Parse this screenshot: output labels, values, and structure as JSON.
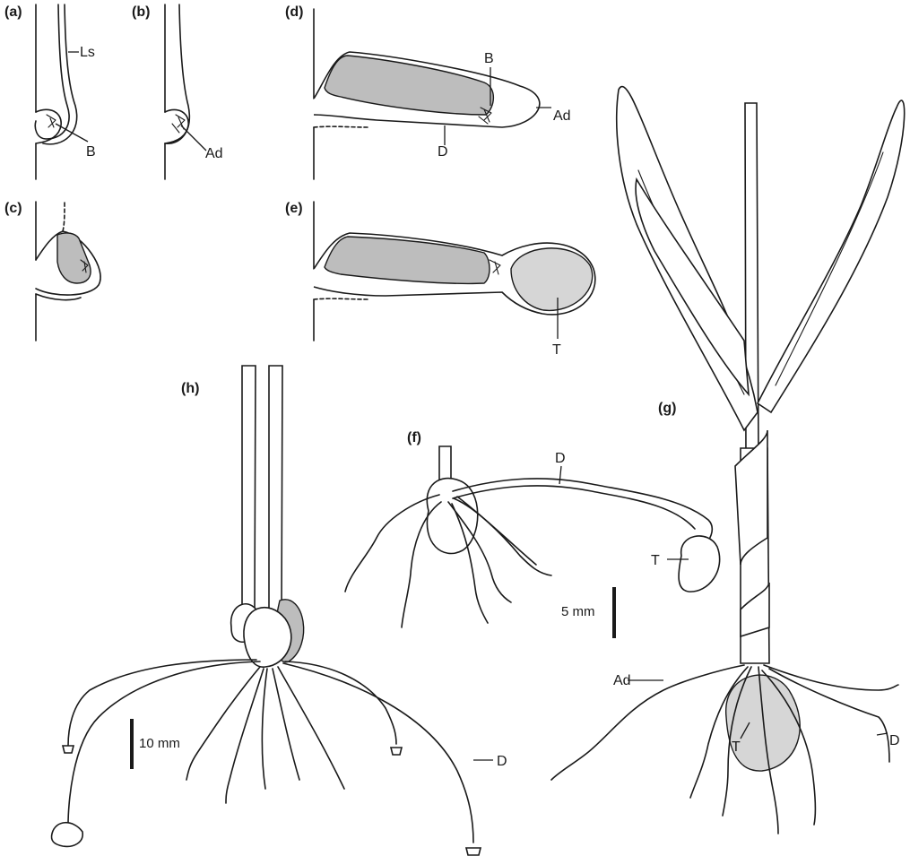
{
  "panels": {
    "a": "(a)",
    "b": "(b)",
    "c": "(c)",
    "d": "(d)",
    "e": "(e)",
    "f": "(f)",
    "g": "(g)",
    "h": "(h)"
  },
  "labels": {
    "ls": "Ls",
    "b": "B",
    "ad": "Ad",
    "d": "D",
    "t": "T"
  },
  "scale_bars": {
    "f": "5 mm",
    "h": "10 mm"
  },
  "colors": {
    "ink": "#1a1a1a",
    "stipple": "#bdbdbd",
    "background": "#ffffff"
  }
}
